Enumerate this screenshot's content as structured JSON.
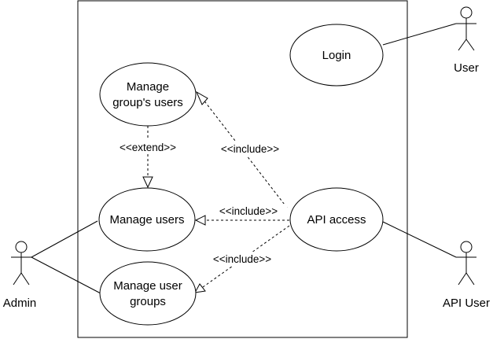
{
  "diagram": {
    "type": "uml-use-case",
    "use_cases": {
      "login": "Login",
      "manage_groups_users": [
        "Manage",
        "group's users"
      ],
      "manage_users": "Manage users",
      "manage_user_groups": [
        "Manage user",
        "groups"
      ],
      "api_access": "API access"
    },
    "actors": {
      "user": "User",
      "admin": "Admin",
      "api_user": "API User"
    },
    "relations": {
      "extend": "<<extend>>",
      "include_groups_users": "<<include>>",
      "include_users": "<<include>>",
      "include_user_groups": "<<include>>"
    },
    "colors": {
      "stroke": "#000000",
      "background": "#ffffff"
    }
  }
}
